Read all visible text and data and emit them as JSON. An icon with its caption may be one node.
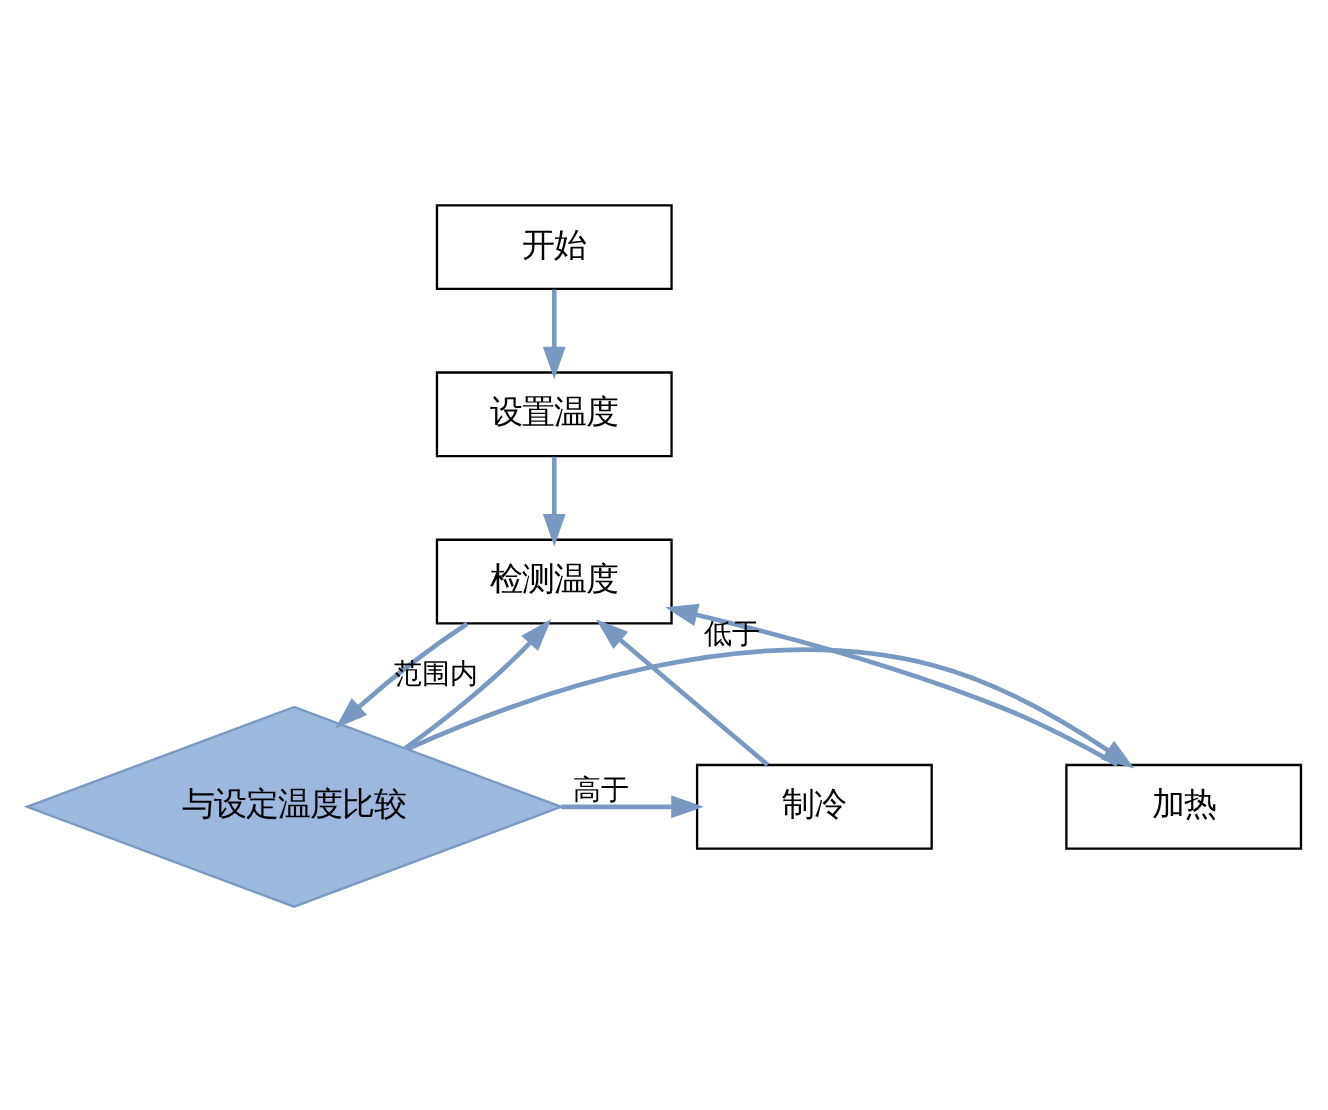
{
  "diagram": {
    "nodes": [
      {
        "text": [
          "开始"
        ]
      },
      {
        "text": [
          "设置温度"
        ]
      },
      {
        "text": [
          "检测温度"
        ]
      },
      {
        "text": [
          "加热"
        ]
      },
      {
        "text": [
          "与设定温度比较"
        ]
      },
      {
        "text": [
          "制冷"
        ]
      }
    ],
    "edges": [
      {
        "from": 0,
        "to": 1,
        "arrow": "to"
      },
      {
        "from": 1,
        "to": 2,
        "arrow": "to"
      },
      {
        "from": 2,
        "to": 4,
        "arrow": "to"
      },
      {
        "from": 4,
        "to": 3,
        "label": "低于",
        "arrow": "to"
      },
      {
        "from": 4,
        "to": 5,
        "label": "高于",
        "arrow": "to"
      },
      {
        "from": 4,
        "to": 2,
        "label": "范围内",
        "arrow": "to"
      },
      {
        "from": 3,
        "to": 2,
        "arrow": "to"
      },
      {
        "from": 5,
        "to": 2,
        "arrow": "to"
      }
    ]
  }
}
